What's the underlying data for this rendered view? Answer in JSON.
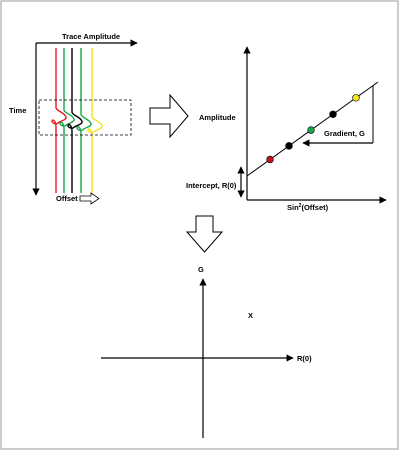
{
  "gather_panel": {
    "title": "Trace Amplitude",
    "time_label": "Time",
    "offset_label": "Offset",
    "trace_colors": [
      "#e8191f",
      "#1aa64b",
      "#000000",
      "#1aa64b",
      "#f2e51a"
    ]
  },
  "crossplot_panel": {
    "ylabel": "Amplitude",
    "xlabel_base": "Sin",
    "xlabel_sup": "2",
    "xlabel_rest": "(Offset)",
    "intercept_label": "Intercept, R(0)",
    "gradient_label": "Gradient, G",
    "point_colors": [
      "#c0141b",
      "#000000",
      "#1aa64b",
      "#000000",
      "#f2e51a"
    ]
  },
  "result_panel": {
    "y_axis_label": "G",
    "x_axis_label": "R(0)",
    "marker_label": "X"
  }
}
